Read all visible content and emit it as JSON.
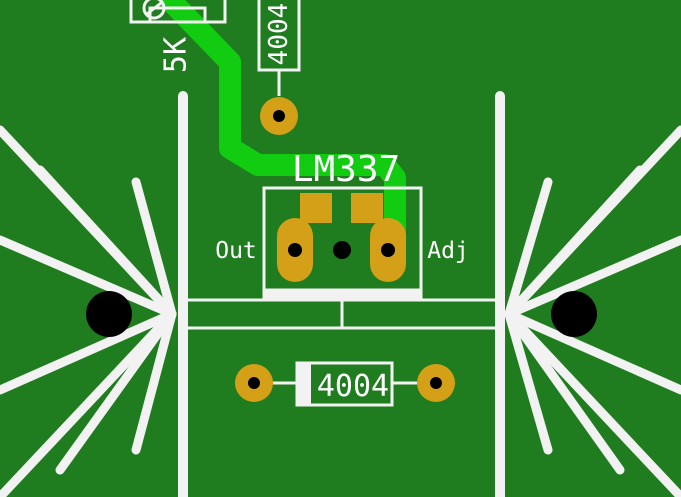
{
  "colors": {
    "board": "#1f7d1f",
    "silkscreen": "#f2f2f2",
    "copper_pad": "#d4a017",
    "trace": "#11cc11",
    "drill": "#000000"
  },
  "labels": {
    "trimmer_value": "5K",
    "diode_top": "4004",
    "regulator": "LM337",
    "pin_out": "Out",
    "pin_adj": "Adj",
    "diode_bottom": "4004"
  }
}
